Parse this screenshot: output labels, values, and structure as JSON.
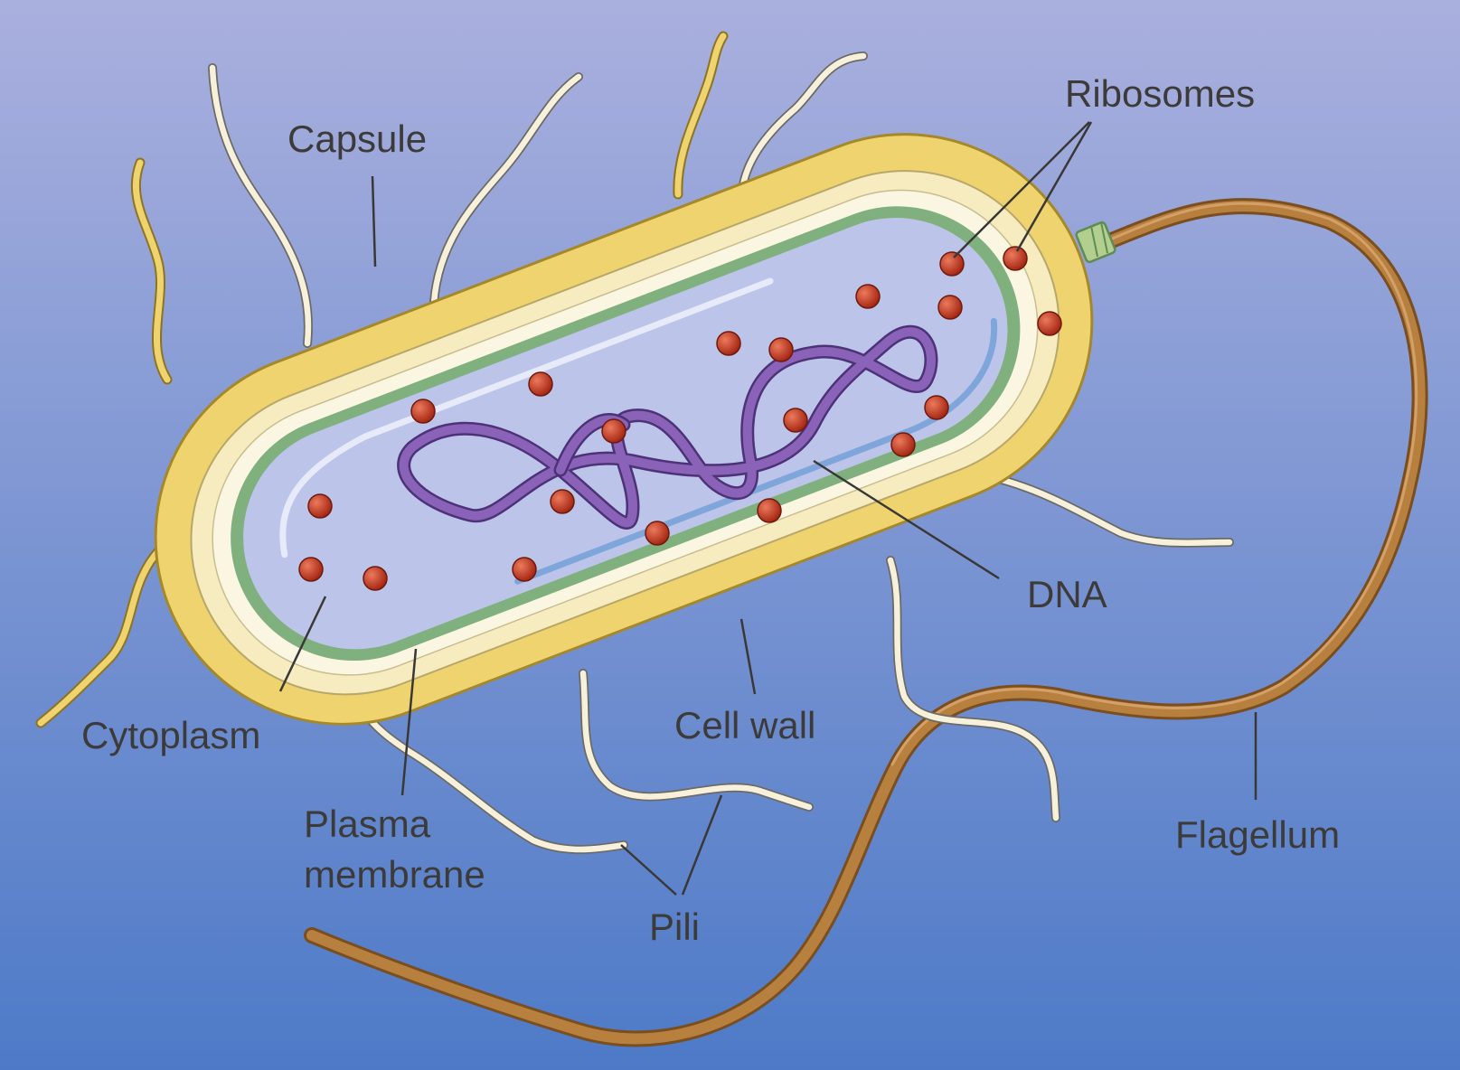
{
  "labels": {
    "capsule": "Capsule",
    "ribosomes": "Ribosomes",
    "dna": "DNA",
    "cytoplasm": "Cytoplasm",
    "cell_wall": "Cell wall",
    "plasma_membrane_line1": "Plasma",
    "plasma_membrane_line2": "membrane",
    "pili": "Pili",
    "flagellum": "Flagellum"
  },
  "colors": {
    "background_top": "#aab0de",
    "background_bottom": "#4d7ac7",
    "capsule": "#efd36e",
    "cell_wall": "#f6ecbf",
    "wall_gap": "#fbf6e2",
    "plasma_membrane": "#7fb07d",
    "cytoplasm": "#bcc4ea",
    "dna": "#8a63b8",
    "ribosome": "#c8341e",
    "pili": "#f7f1db",
    "flagellum": "#b7803f"
  }
}
